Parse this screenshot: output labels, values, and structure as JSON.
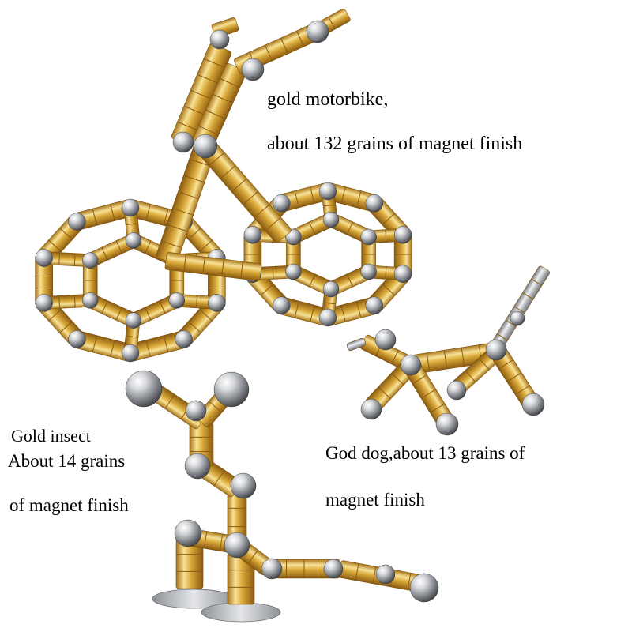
{
  "captions": {
    "motorbike_line1": "gold motorbike,",
    "motorbike_line2": "about 132 grains of magnet finish",
    "insect_line1": "Gold insect",
    "insect_line2": "About 14 grains",
    "insect_line3": "of magnet finish",
    "dog_line1": "God dog,about 13 grains of",
    "dog_line2": "magnet finish"
  },
  "colors": {
    "gold": "#d9a93a",
    "gold_light": "#f6dd8a",
    "steel": "#b9bcc0",
    "background": "#ffffff",
    "text": "#000000"
  }
}
